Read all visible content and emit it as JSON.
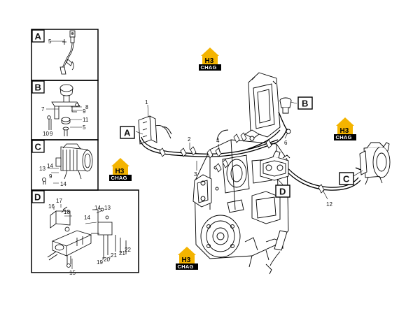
{
  "panels": [
    {
      "letter": "A"
    },
    {
      "letter": "B"
    },
    {
      "letter": "C"
    },
    {
      "letter": "D"
    }
  ],
  "main_labels": [
    {
      "letter": "A"
    },
    {
      "letter": "B"
    },
    {
      "letter": "C"
    },
    {
      "letter": "D"
    }
  ],
  "callouts": {
    "panel_a": [
      "5"
    ],
    "panel_b": [
      "7",
      "8",
      "9",
      "10",
      "9",
      "11",
      "5"
    ],
    "panel_c": [
      "13",
      "14",
      "9",
      "14"
    ],
    "panel_d": [
      "17",
      "16",
      "18",
      "14",
      "13",
      "14",
      "15",
      "19",
      "20",
      "21",
      "21",
      "22"
    ],
    "main": [
      "1",
      "2",
      "3",
      "4",
      "6",
      "12"
    ]
  },
  "watermark": {
    "mark": "H3",
    "text": "CHAG",
    "color_yellow": "#f4b400",
    "color_black": "#000000"
  }
}
